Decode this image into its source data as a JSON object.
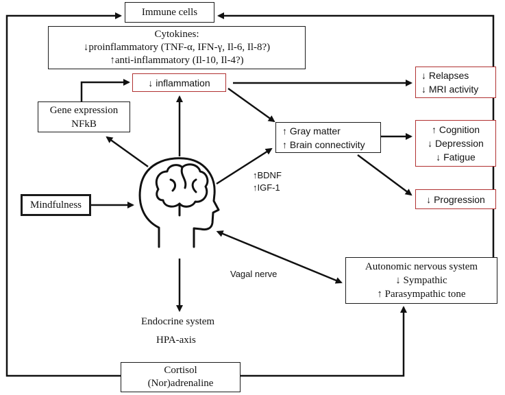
{
  "nodes": {
    "immune_cells": "Immune cells",
    "cytokines": {
      "title": "Cytokines:",
      "pro": "↓proinflammatory  (TNF-α, IFN-γ, Il-6, Il-8?)",
      "anti": "↑anti-inflammatory  (Il-10, Il-4?)"
    },
    "inflammation": "↓  inflammation",
    "gene_expression": {
      "line1": "Gene expression",
      "line2": "NFkB"
    },
    "outcomes_relapse": {
      "line1": "↓ Relapses",
      "line2": "↓ MRI activity"
    },
    "gray_matter": {
      "line1": "↑ Gray matter",
      "line2": "↑ Brain connectivity"
    },
    "cognition": {
      "line1": "↑ Cognition",
      "line2": "↓ Depression",
      "line3": "↓ Fatigue"
    },
    "progression": "↓  Progression",
    "mindfulness": "Mindfulness",
    "bdnf": "↑BDNF",
    "igf": "↑IGF-1",
    "vagal": "Vagal nerve",
    "ans": {
      "line1": "Autonomic nervous system",
      "line2": "↓ Sympathic",
      "line3": "↑ Parasympathic tone"
    },
    "endocrine": {
      "line1": "Endocrine system",
      "line2": "HPA-axis"
    },
    "cortisol": {
      "line1": "Cortisol",
      "line2": "(Nor)adrenaline"
    }
  },
  "icons": {
    "head": "brain-in-head-icon"
  },
  "colors": {
    "outcome_border": "#b03030",
    "arrow": "#111111"
  }
}
